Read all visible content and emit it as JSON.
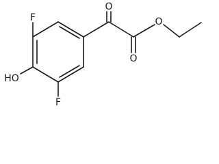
{
  "molecule": {
    "colors": {
      "bond": "#1a1a1a",
      "label": "#1a1a1a",
      "background": "#ffffff"
    },
    "atoms": {
      "f_top": "F",
      "f_bottom": "F",
      "hydroxyl": "HO",
      "keto_oxygen": "O",
      "ester_carbonyl_oxygen": "O",
      "ester_ether_oxygen": "O"
    }
  }
}
